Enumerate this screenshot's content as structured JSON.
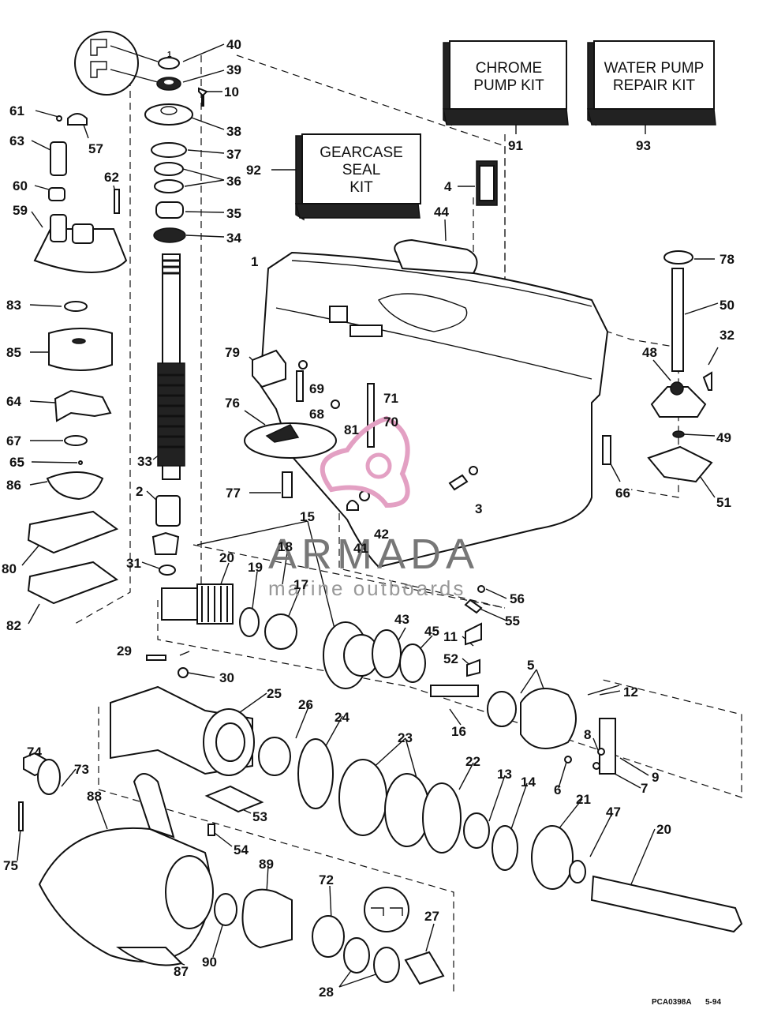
{
  "kits": {
    "gearcase_seal": [
      "GEARCASE",
      "SEAL",
      "KIT"
    ],
    "chrome_pump": [
      "CHROME",
      "PUMP KIT"
    ],
    "water_pump_repair": [
      "WATER PUMP",
      "REPAIR KIT"
    ]
  },
  "watermark": {
    "main": "ARMADA",
    "sub": "marine outboards"
  },
  "figure_code": "PCA0398A",
  "figure_date": "5-94",
  "callouts": {
    "c1": "1",
    "c2": "2",
    "c3": "3",
    "c4": "4",
    "c5": "5",
    "c6": "6",
    "c7": "7",
    "c8": "8",
    "c9": "9",
    "c10": "10",
    "c11": "11",
    "c12": "12",
    "c13": "13",
    "c14": "14",
    "c15": "15",
    "c16": "16",
    "c17": "17",
    "c18": "18",
    "c19": "19",
    "c20a": "20",
    "c20b": "20",
    "c21": "21",
    "c22": "22",
    "c23": "23",
    "c24": "24",
    "c25": "25",
    "c26": "26",
    "c27": "27",
    "c28": "28",
    "c29": "29",
    "c30": "30",
    "c31": "31",
    "c32": "32",
    "c33": "33",
    "c34": "34",
    "c35": "35",
    "c36": "36",
    "c37": "37",
    "c38": "38",
    "c39": "39",
    "c40": "40",
    "c41": "41",
    "c42": "42",
    "c43": "43",
    "c44": "44",
    "c45": "45",
    "c47": "47",
    "c48": "48",
    "c49": "49",
    "c50": "50",
    "c51": "51",
    "c52": "52",
    "c53": "53",
    "c54": "54",
    "c55": "55",
    "c56": "56",
    "c57": "57",
    "c59": "59",
    "c60": "60",
    "c61": "61",
    "c62": "62",
    "c63": "63",
    "c64": "64",
    "c65": "65",
    "c66": "66",
    "c67": "67",
    "c68": "68",
    "c69": "69",
    "c70": "70",
    "c71": "71",
    "c72": "72",
    "c73": "73",
    "c74": "74",
    "c75": "75",
    "c76": "76",
    "c77": "77",
    "c78": "78",
    "c79": "79",
    "c80": "80",
    "c81": "81",
    "c82": "82",
    "c83": "83",
    "c85": "85",
    "c86": "86",
    "c87": "87",
    "c88": "88",
    "c89": "89",
    "c90": "90",
    "c91": "91",
    "c92": "92",
    "c93": "93",
    "detail": "1"
  }
}
